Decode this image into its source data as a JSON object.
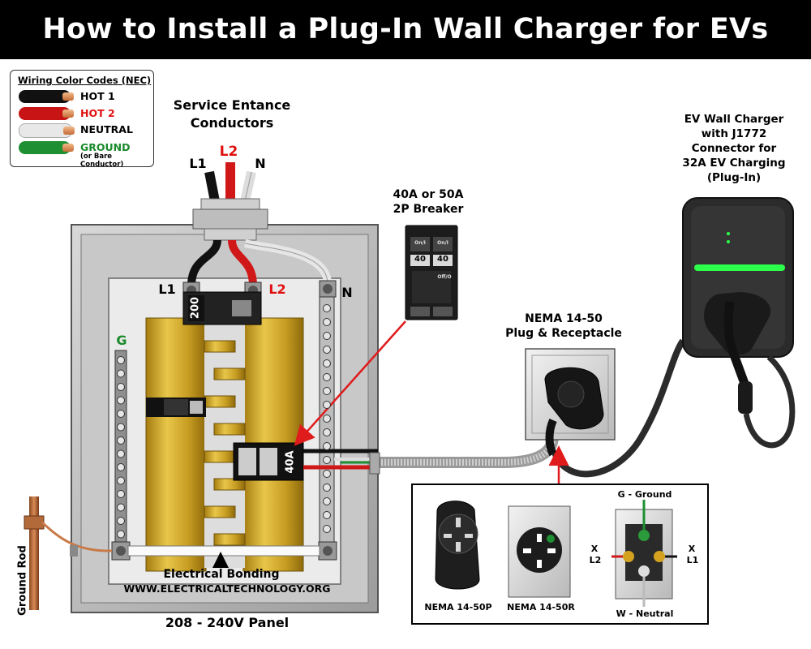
{
  "title": "How to Install a Plug-In Wall Charger for EVs",
  "legend": {
    "title": "Wiring Color Codes (NEC)",
    "items": [
      {
        "label": "HOT 1",
        "color": "#000000",
        "wire": "#111111"
      },
      {
        "label": "HOT 2",
        "color": "#e01010",
        "wire": "#c81414"
      },
      {
        "label": "NEUTRAL",
        "color": "#000000",
        "wire": "#e8e8e8"
      },
      {
        "label": "GROUND",
        "color": "#1a8a2a",
        "wire": "#1e8f32"
      }
    ],
    "ground_note": "(or Bare Conductor)"
  },
  "service": {
    "heading_line1": "Service Entance",
    "heading_line2": "Conductors",
    "l1": "L1",
    "l2": "L2",
    "n": "N"
  },
  "breaker_label": {
    "line1": "40A or 50A",
    "line2": "2P Breaker"
  },
  "breaker_faces": {
    "rating": "40",
    "onoff": "On/I",
    "off": "Off/O"
  },
  "panel": {
    "l1": "L1",
    "l2": "L2",
    "n": "N",
    "g": "G",
    "main_rating": "200",
    "branch_rating": "40A",
    "bonding": "Electrical Bonding",
    "website": "WWW.ELECTRICALTECHNOLOGY.ORG",
    "caption": "208 - 240V Panel"
  },
  "ground_rod": "Ground Rod",
  "receptacle_label": {
    "line1": "NEMA 14-50",
    "line2": "Plug & Receptacle"
  },
  "charger_label": {
    "line1": "EV Wall Charger",
    "line2": "with J1772",
    "line3": "Connector for",
    "line4": "32A EV Charging",
    "line5": "(Plug-In)"
  },
  "inset": {
    "plug": "NEMA 14-50P",
    "receptacle": "NEMA 14-50R",
    "ground": "G - Ground",
    "neutral": "W - Neutral",
    "x_left": "X",
    "l2": "L2",
    "x_right": "X",
    "l1": "L1"
  },
  "colors": {
    "hot1": "#111111",
    "hot2": "#d01818",
    "neutral": "#e6e6e6",
    "ground": "#1e8f32",
    "bus": "#c9a227",
    "panel_frame": "#b4b4b4",
    "arrow": "#e01b1b",
    "charger_led": "#2cff4a"
  }
}
